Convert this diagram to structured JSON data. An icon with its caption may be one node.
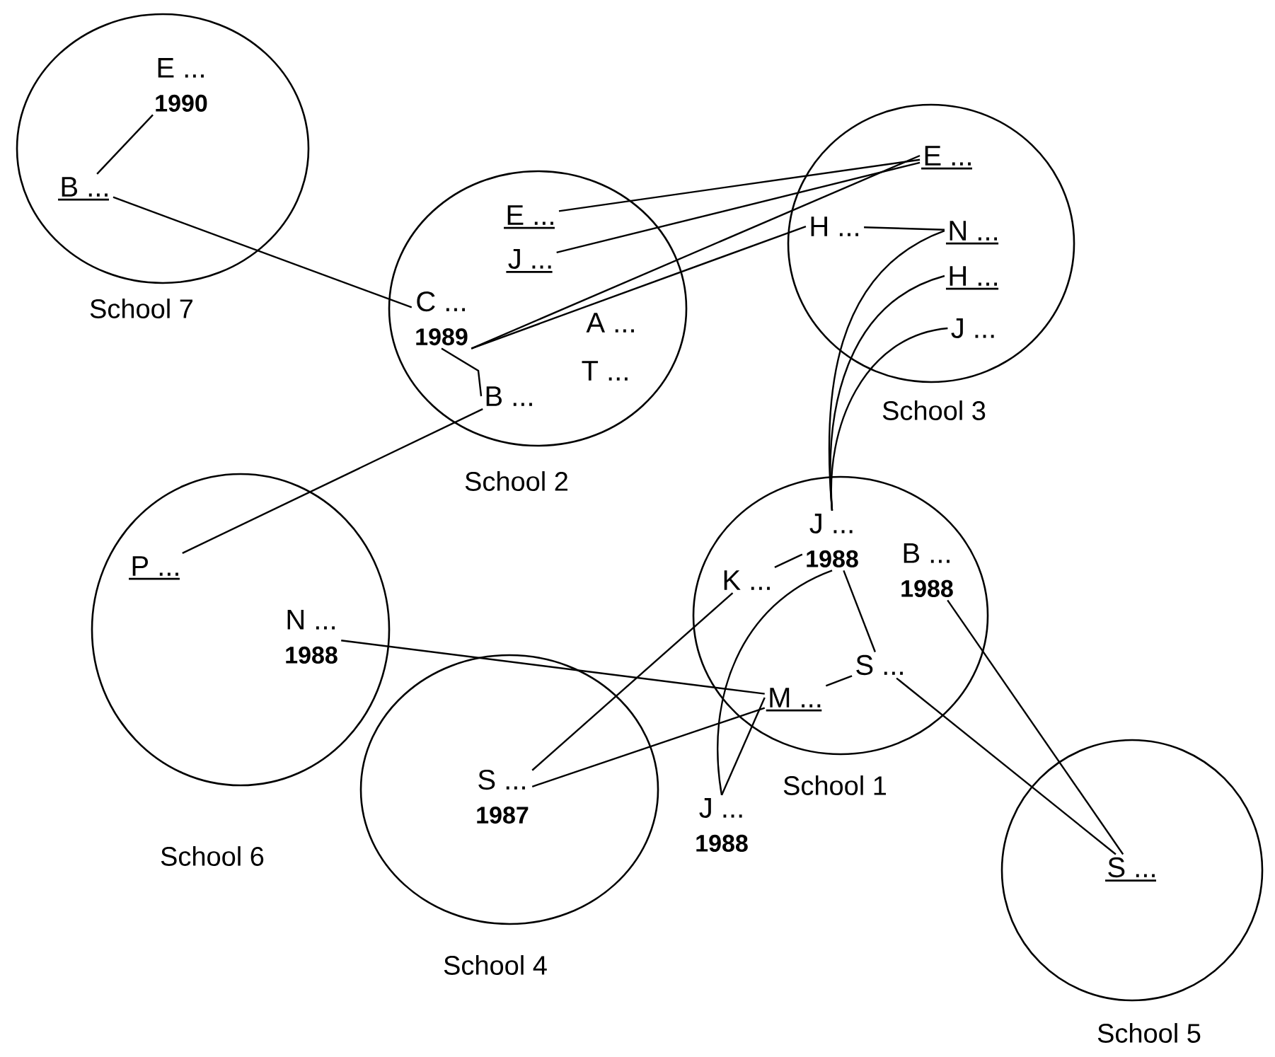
{
  "diagram": {
    "nodes": [
      {
        "text": [
          "School 7"
        ]
      },
      {
        "text": [
          "E ...",
          "1990"
        ],
        "in": 0
      },
      {
        "text": [
          "B ..."
        ],
        "in": 0
      },
      {
        "text": [
          "School 2"
        ]
      },
      {
        "text": [
          "E ..."
        ],
        "in": 3
      },
      {
        "text": [
          "J ..."
        ],
        "in": 3
      },
      {
        "text": [
          "C ...",
          "1989"
        ],
        "in": 3
      },
      {
        "text": [
          "A ..."
        ],
        "in": 3
      },
      {
        "text": [
          "T ..."
        ],
        "in": 3
      },
      {
        "text": [
          "B ..."
        ],
        "in": 3
      },
      {
        "text": [
          "School 3"
        ]
      },
      {
        "text": [
          "E ..."
        ],
        "in": 10
      },
      {
        "text": [
          "H ..."
        ],
        "in": 10
      },
      {
        "text": [
          "N ..."
        ],
        "in": 10
      },
      {
        "text": [
          "H ..."
        ],
        "in": 10
      },
      {
        "text": [
          "J ..."
        ],
        "in": 10
      },
      {
        "text": [
          "School 6"
        ]
      },
      {
        "text": [
          "P ..."
        ],
        "in": 16
      },
      {
        "text": [
          "N ...",
          "1988"
        ],
        "in": 16
      },
      {
        "text": [
          "School 1"
        ]
      },
      {
        "text": [
          "J ...",
          "1988"
        ],
        "in": 19
      },
      {
        "text": [
          "K ..."
        ],
        "in": 19
      },
      {
        "text": [
          "B ...",
          "1988"
        ],
        "in": 19
      },
      {
        "text": [
          "S ..."
        ],
        "in": 19
      },
      {
        "text": [
          "M ..."
        ],
        "in": 19
      },
      {
        "text": [
          "School 4"
        ]
      },
      {
        "text": [
          "S ...",
          "1987"
        ],
        "in": 25
      },
      {
        "text": [
          "J ...",
          "1988"
        ]
      },
      {
        "text": [
          "School 5"
        ]
      },
      {
        "text": [
          "S ..."
        ],
        "in": 28
      }
    ],
    "edges": [
      {
        "from": 1,
        "to": 2,
        "arrow": "none"
      },
      {
        "from": 2,
        "to": 6,
        "arrow": "none"
      },
      {
        "from": 4,
        "to": 11,
        "arrow": "none"
      },
      {
        "from": 5,
        "to": 11,
        "arrow": "none"
      },
      {
        "from": 6,
        "to": 11,
        "arrow": "none"
      },
      {
        "from": 6,
        "to": 12,
        "arrow": "none"
      },
      {
        "from": 6,
        "to": 9,
        "arrow": "none"
      },
      {
        "from": 9,
        "to": 17,
        "arrow": "none"
      },
      {
        "from": 12,
        "to": 13,
        "arrow": "none"
      },
      {
        "from": 13,
        "to": 20,
        "arrow": "none"
      },
      {
        "from": 14,
        "to": 20,
        "arrow": "none"
      },
      {
        "from": 15,
        "to": 20,
        "arrow": "none"
      },
      {
        "from": 21,
        "to": 20,
        "arrow": "none"
      },
      {
        "from": 20,
        "to": 23,
        "arrow": "none"
      },
      {
        "from": 23,
        "to": 24,
        "arrow": "none"
      },
      {
        "from": 20,
        "to": 27,
        "arrow": "none"
      },
      {
        "from": 27,
        "to": 24,
        "arrow": "none"
      },
      {
        "from": 21,
        "to": 26,
        "arrow": "none"
      },
      {
        "from": 24,
        "to": 26,
        "arrow": "none"
      },
      {
        "from": 18,
        "to": 24,
        "arrow": "none"
      },
      {
        "from": 22,
        "to": 29,
        "arrow": "none"
      },
      {
        "from": 23,
        "to": 29,
        "arrow": "none"
      }
    ]
  }
}
